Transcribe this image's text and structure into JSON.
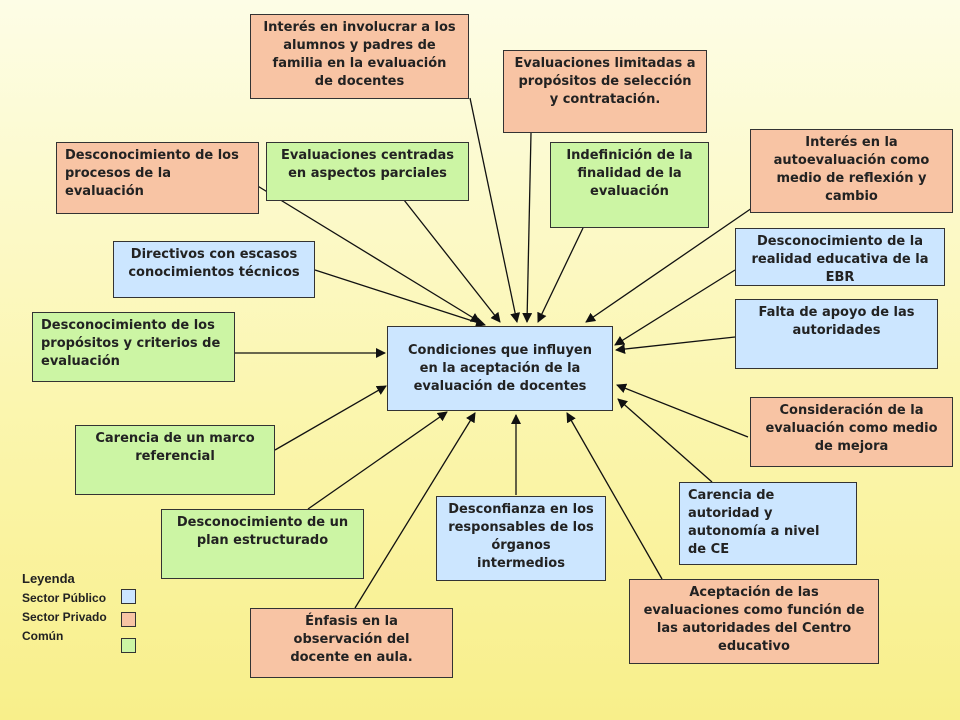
{
  "colors": {
    "sector_publico": "#cce6ff",
    "sector_privado": "#f8c4a4",
    "comun": "#ccf5a4"
  },
  "center": {
    "text": "Condiciones que influyen\nen la aceptación de la\nevaluación de docentes",
    "category": "publico"
  },
  "nodes": [
    {
      "id": "interes-involucrar",
      "text": "Interés en involucrar a los\nalumnos y padres de\nfamilia en la evaluación\nde docentes",
      "category": "privado"
    },
    {
      "id": "evaluaciones-limitadas",
      "text": "Evaluaciones limitadas a\npropósitos de selección\ny contratación.",
      "category": "privado"
    },
    {
      "id": "desconocimiento-procesos",
      "text": "Desconocimiento de los\nprocesos de la\nevaluación",
      "category": "privado"
    },
    {
      "id": "evaluaciones-centradas",
      "text": "Evaluaciones centradas\nen aspectos parciales",
      "category": "comun"
    },
    {
      "id": "indefinicion-finalidad",
      "text": "Indefinición de la\nfinalidad de la\nevaluación",
      "category": "comun"
    },
    {
      "id": "interes-autoevaluacion",
      "text": "Interés en la\nautoevaluación como\nmedio de reflexión y\ncambio",
      "category": "privado"
    },
    {
      "id": "directivos-escasos",
      "text": "Directivos con escasos\nconocimientos técnicos",
      "category": "publico"
    },
    {
      "id": "desconocimiento-realidad",
      "text": "Desconocimiento de la\nrealidad educativa de la\nEBR",
      "category": "publico"
    },
    {
      "id": "desconocimiento-propositos",
      "text": "Desconocimiento de los\npropósitos y criterios de\nevaluación",
      "category": "comun"
    },
    {
      "id": "falta-apoyo",
      "text": "Falta de apoyo de las\nautoridades",
      "category": "publico"
    },
    {
      "id": "consideracion-mejora",
      "text": "Consideración de la\nevaluación como medio\nde mejora",
      "category": "privado"
    },
    {
      "id": "carencia-marco",
      "text": "Carencia de un marco\nreferencial",
      "category": "comun"
    },
    {
      "id": "carencia-autoridad",
      "text": "Carencia de\nautoridad y\nautonomía  a nivel\nde CE",
      "category": "publico"
    },
    {
      "id": "desconocimiento-plan",
      "text": "Desconocimiento de un\nplan estructurado",
      "category": "comun"
    },
    {
      "id": "desconfianza-responsables",
      "text": "Desconfianza en los\nresponsables de los\nórganos\nintermedios",
      "category": "publico"
    },
    {
      "id": "aceptacion-evaluaciones",
      "text": "Aceptación de las\nevaluaciones  como función de\nlas autoridades del Centro\neducativo",
      "category": "privado"
    },
    {
      "id": "enfasis-observacion",
      "text": "Énfasis en la\nobservación del\ndocente  en aula.",
      "category": "privado"
    }
  ],
  "legend": {
    "title": "Leyenda",
    "items": [
      {
        "label": "Sector Público",
        "category": "publico"
      },
      {
        "label": "Sector Privado",
        "category": "privado"
      },
      {
        "label": "Común",
        "category": "comun"
      }
    ]
  }
}
